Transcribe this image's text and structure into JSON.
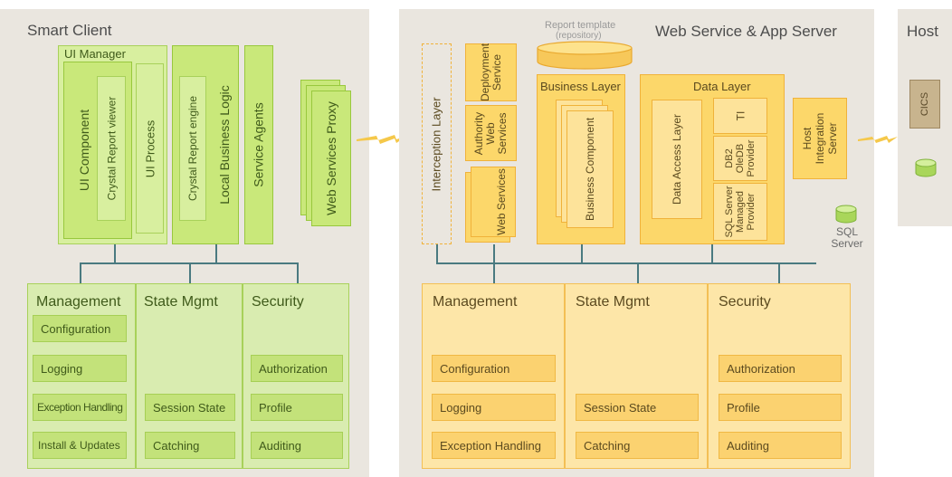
{
  "smart_client": {
    "title": "Smart Client",
    "ui_manager": "UI Manager",
    "ui_component": "UI Component",
    "crystal_report_viewer": "Crystal Report viewer",
    "ui_process": "UI Process",
    "crystal_report_engine": "Crystal Report engine",
    "local_business_logic": "Local Business Logic",
    "service_agents": "Service Agents",
    "web_services_proxy": "Web Services Proxy",
    "management": {
      "title": "Management",
      "items": [
        "Configuration",
        "Logging",
        "Exception Handling",
        "Install & Updates"
      ]
    },
    "state_mgmt": {
      "title": "State Mgmt",
      "items": [
        "Session State",
        "Catching"
      ]
    },
    "security": {
      "title": "Security",
      "items": [
        "Authorization",
        "Profile",
        "Auditing"
      ]
    }
  },
  "web_server": {
    "title": "Web Service & App Server",
    "report_template": "Report template",
    "repository": "(repository)",
    "interception_layer": "Interception Layer",
    "deployment_service": "Deployment Service",
    "authority_web_services": "Authority Web Services",
    "web_services": "Web Services",
    "business_layer": "Business Layer",
    "business_component": "Business Component",
    "data_layer": "Data Layer",
    "data_access_layer": "Data Access Layer",
    "ti": "TI",
    "db2_provider": "DB2 OleDB Provider",
    "sql_provider": "SQL Server Managed Provider",
    "host_integration_server": "Host Integration Server",
    "sql_server": "SQL Server",
    "management": {
      "title": "Management",
      "items": [
        "Configuration",
        "Logging",
        "Exception Handling"
      ]
    },
    "state_mgmt": {
      "title": "State Mgmt",
      "items": [
        "Session State",
        "Catching"
      ]
    },
    "security": {
      "title": "Security",
      "items": [
        "Authorization",
        "Profile",
        "Auditing"
      ]
    }
  },
  "host": {
    "title": "Host",
    "cics": "CICS"
  },
  "colors": {
    "panel": "#eae6df",
    "green_fill": "#c9e87a",
    "green_border": "#98c83d",
    "yellow_fill": "#fcd76a",
    "yellow_border": "#f0b23a",
    "connector": "#4a7a80",
    "lightning": "#f5c84a"
  }
}
